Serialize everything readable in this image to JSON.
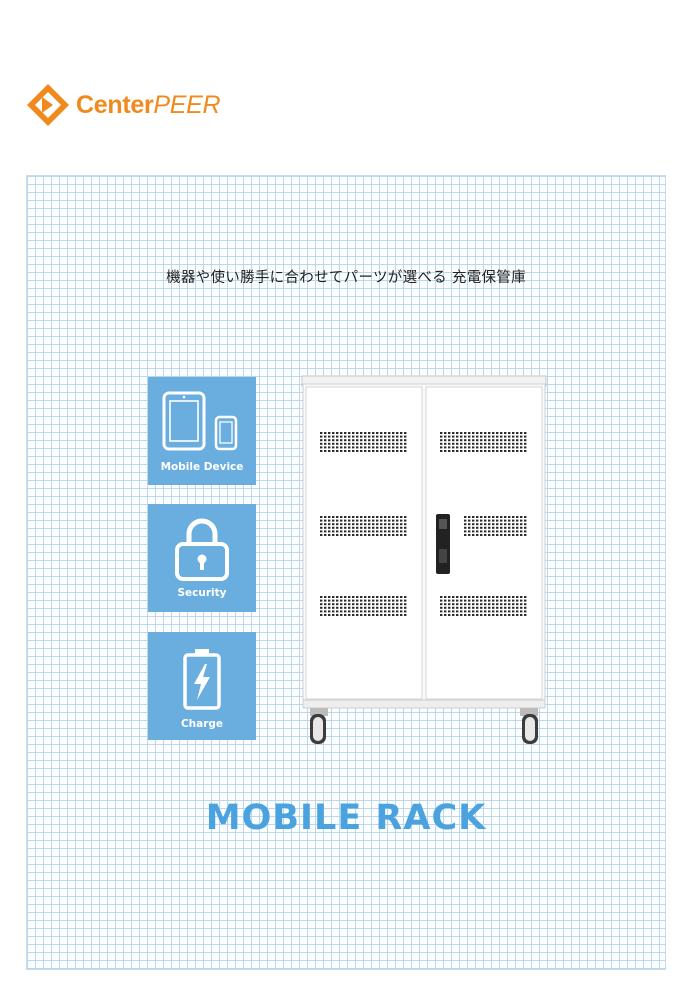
{
  "brand": {
    "name_bold": "Center",
    "name_light": "PEER",
    "color": "#f08a1c"
  },
  "tagline": "機器や使い勝手に合わせてパーツが選べる 充電保管庫",
  "features": [
    {
      "label": "Mobile Device",
      "icon": "tablet-phone-icon"
    },
    {
      "label": "Security",
      "icon": "padlock-icon"
    },
    {
      "label": "Charge",
      "icon": "battery-charge-icon"
    }
  ],
  "product": {
    "title": "MOBILE RACK"
  },
  "colors": {
    "accent": "#4aa3df",
    "tile": "#6aaee0",
    "grid": "#bcd6ea"
  }
}
